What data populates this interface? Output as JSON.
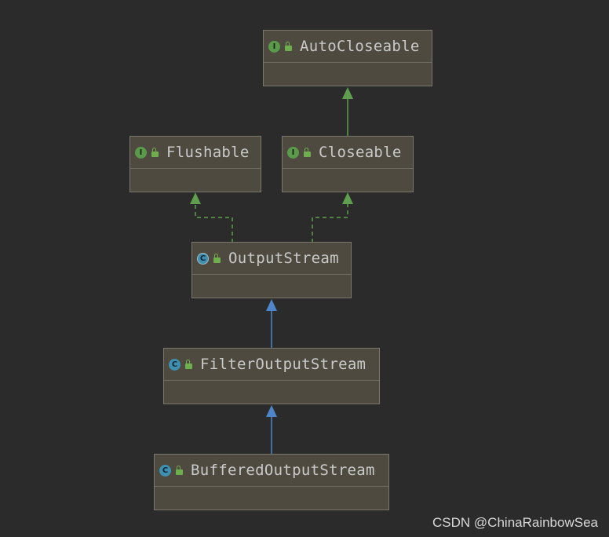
{
  "diagram": {
    "nodes": [
      {
        "id": "autocloseable",
        "name": "AutoCloseable",
        "kind": "interface",
        "kind_letter": "I"
      },
      {
        "id": "flushable",
        "name": "Flushable",
        "kind": "interface",
        "kind_letter": "I"
      },
      {
        "id": "closeable",
        "name": "Closeable",
        "kind": "interface",
        "kind_letter": "I"
      },
      {
        "id": "outputstream",
        "name": "OutputStream",
        "kind": "abstract-class",
        "kind_letter": "C"
      },
      {
        "id": "filteroutputstream",
        "name": "FilterOutputStream",
        "kind": "class",
        "kind_letter": "C"
      },
      {
        "id": "bufferedoutputstream",
        "name": "BufferedOutputStream",
        "kind": "class",
        "kind_letter": "C"
      }
    ],
    "edges": [
      {
        "from": "closeable",
        "to": "autocloseable",
        "type": "extends",
        "color": "#5f9e4f"
      },
      {
        "from": "outputstream",
        "to": "flushable",
        "type": "implements",
        "color": "#5f9e4f"
      },
      {
        "from": "outputstream",
        "to": "closeable",
        "type": "implements",
        "color": "#5f9e4f"
      },
      {
        "from": "filteroutputstream",
        "to": "outputstream",
        "type": "extends",
        "color": "#4f86c9"
      },
      {
        "from": "bufferedoutputstream",
        "to": "filteroutputstream",
        "type": "extends",
        "color": "#4f86c9"
      }
    ],
    "icons": {
      "interface": "interface-icon",
      "class": "class-icon",
      "abstract-class": "abstract-class-icon",
      "visibility": "public-lock-icon"
    },
    "colors": {
      "background": "#2b2b2b",
      "node_fill": "#4e4a3f",
      "interface_badge": "#5a9a4a",
      "class_badge": "#3f8fb0",
      "interface_edge": "#5f9e4f",
      "class_edge": "#4f86c9"
    }
  },
  "watermark": "CSDN @ChinaRainbowSea"
}
